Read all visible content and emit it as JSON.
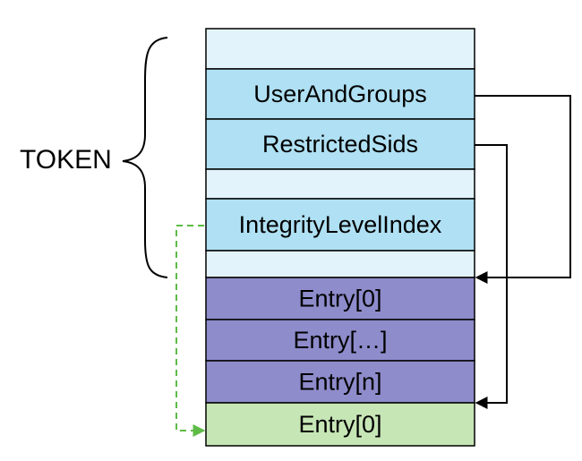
{
  "diagram": {
    "token_label": "TOKEN",
    "token_fields": [
      {
        "label": "",
        "color": "#e3f3fb"
      },
      {
        "label": "UserAndGroups",
        "color": "#afe0f3"
      },
      {
        "label": "RestrictedSids",
        "color": "#afe0f3"
      },
      {
        "label": "",
        "color": "#e3f3fb"
      },
      {
        "label": "IntegrityLevelIndex",
        "color": "#afe0f3"
      },
      {
        "label": "",
        "color": "#e3f3fb"
      }
    ],
    "entries": [
      {
        "label": "Entry[0]",
        "color": "#8e8ccb"
      },
      {
        "label": "Entry[…]",
        "color": "#8e8ccb"
      },
      {
        "label": "Entry[n]",
        "color": "#8e8ccb"
      },
      {
        "label": "Entry[0]",
        "color": "#c7e6b6"
      }
    ],
    "colors": {
      "stroke": "#000000",
      "dashed_arrow": "#5dbb46"
    }
  }
}
